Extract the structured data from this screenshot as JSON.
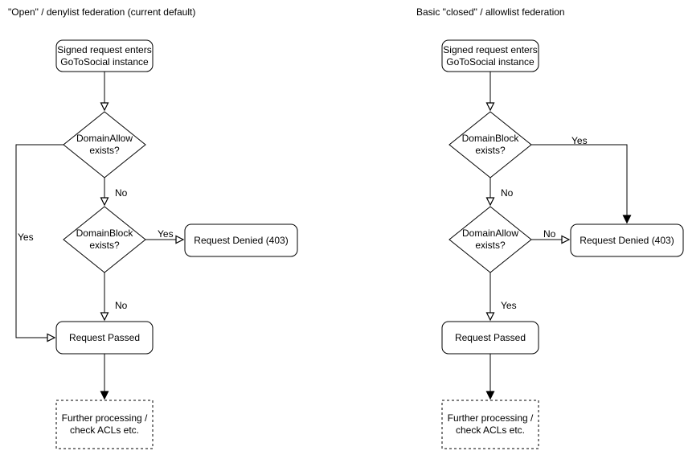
{
  "colors": {
    "stroke": "#000000",
    "shape_fill": "#ffffff",
    "text": "#000000"
  },
  "diagrams": [
    {
      "title": "\"Open\" / denylist federation (current default)",
      "nodes": {
        "start": {
          "line1": "Signed request enters",
          "line2": "GoToSocial instance"
        },
        "decision1": {
          "line1": "DomainAllow",
          "line2": "exists?"
        },
        "decision2": {
          "line1": "DomainBlock",
          "line2": "exists?"
        },
        "denied": {
          "label": "Request Denied (403)"
        },
        "passed": {
          "label": "Request Passed"
        },
        "further": {
          "line1": "Further processing /",
          "line2": "check ACLs etc."
        }
      },
      "labels": {
        "decision1_no": "No",
        "decision1_yes": "Yes",
        "decision2_yes": "Yes",
        "decision2_no": "No"
      }
    },
    {
      "title": "Basic \"closed\" / allowlist federation",
      "nodes": {
        "start": {
          "line1": "Signed request enters",
          "line2": "GoToSocial instance"
        },
        "decision1": {
          "line1": "DomainBlock",
          "line2": "exists?"
        },
        "decision2": {
          "line1": "DomainAllow",
          "line2": "exists?"
        },
        "denied": {
          "label": "Request Denied (403)"
        },
        "passed": {
          "label": "Request Passed"
        },
        "further": {
          "line1": "Further processing /",
          "line2": "check ACLs etc."
        }
      },
      "labels": {
        "decision1_yes": "Yes",
        "decision1_no": "No",
        "decision2_no": "No",
        "decision2_yes": "Yes"
      }
    }
  ]
}
